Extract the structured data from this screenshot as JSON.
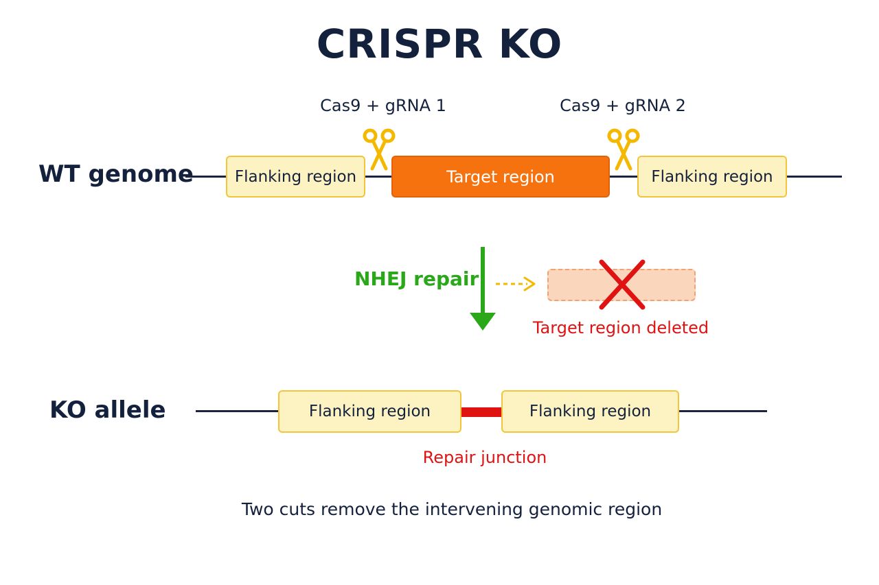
{
  "title": "CRISPR KO",
  "wt": {
    "label": "WT genome",
    "flank_left": "Flanking region",
    "target": "Target region",
    "flank_right": "Flanking region"
  },
  "cas": {
    "cut1": "Cas9 + gRNA 1",
    "cut2": "Cas9 + gRNA 2"
  },
  "repair": {
    "label": "NHEJ repair",
    "deleted_label": "Target region deleted"
  },
  "ko": {
    "label": "KO allele",
    "flank_left": "Flanking region",
    "flank_right": "Flanking region",
    "junction_label": "Repair junction"
  },
  "caption": "Two cuts remove the intervening genomic region",
  "colors": {
    "dark": "#14213d",
    "flank_fill": "#fdf3c2",
    "flank_border": "#f2c53d",
    "target": "#f5720f",
    "scissors": "#f5b800",
    "repair_green": "#2aa81a",
    "dashed_arrow": "#f5b800",
    "delete_red": "#e01313",
    "ghost_fill": "#fad6bd"
  }
}
